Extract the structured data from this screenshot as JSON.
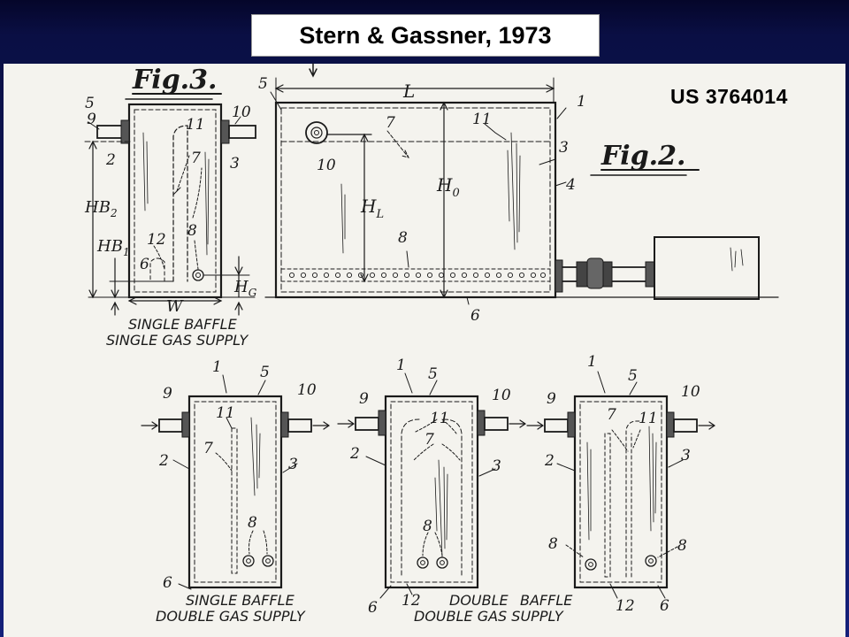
{
  "slide": {
    "title": "Stern & Gassner, 1973",
    "patent_number": "US  3764014"
  },
  "fig3": {
    "label": "Fig.3.",
    "caption_line1": "SINGLE BAFFLE",
    "caption_line2": "SINGLE GAS SUPPLY",
    "refs": {
      "r5": "5",
      "r9": "9",
      "r10": "10",
      "r11": "11",
      "r2": "2",
      "r7": "7",
      "r3": "3",
      "r12": "12",
      "r8": "8",
      "r6": "6"
    },
    "dims": {
      "hb2": "HB",
      "hb2_sub": "2",
      "hb1": "HB",
      "hb1_sub": "1",
      "hg": "H",
      "hg_sub": "G",
      "w": "W"
    }
  },
  "fig2": {
    "label": "Fig.2.",
    "refs": {
      "r5": "5",
      "r1": "1",
      "r7": "7",
      "r11": "11",
      "r3": "3",
      "r10": "10",
      "r4": "4",
      "r8": "8",
      "r6": "6"
    },
    "dims": {
      "l": "L",
      "hl": "H",
      "hl_sub": "L",
      "h0": "H",
      "h0_sub": "0"
    }
  },
  "fig_a": {
    "caption_line1": "SINGLE BAFFLE",
    "caption_line2": "DOUBLE GAS SUPPLY",
    "refs": {
      "r1": "1",
      "r5": "5",
      "r9": "9",
      "r10": "10",
      "r11": "11",
      "r7": "7",
      "r2": "2",
      "r3": "3",
      "r8": "8",
      "r6": "6"
    }
  },
  "fig_b": {
    "caption_line1": "DOUBLE",
    "caption_line2": "DOUBLE GAS SUPPLY",
    "refs": {
      "r1": "1",
      "r5": "5",
      "r9": "9",
      "r10": "10",
      "r11": "11",
      "r7": "7",
      "r2": "2",
      "r3": "3",
      "r8": "8",
      "r6": "6",
      "r12": "12"
    }
  },
  "fig_c": {
    "caption_line1": "BAFFLE",
    "refs": {
      "r1": "1",
      "r5": "5",
      "r9": "9",
      "r10": "10",
      "r7": "7",
      "r11": "11",
      "r2": "2",
      "r3": "3",
      "r8a": "8",
      "r8b": "8",
      "r12": "12",
      "r6": "6"
    }
  }
}
